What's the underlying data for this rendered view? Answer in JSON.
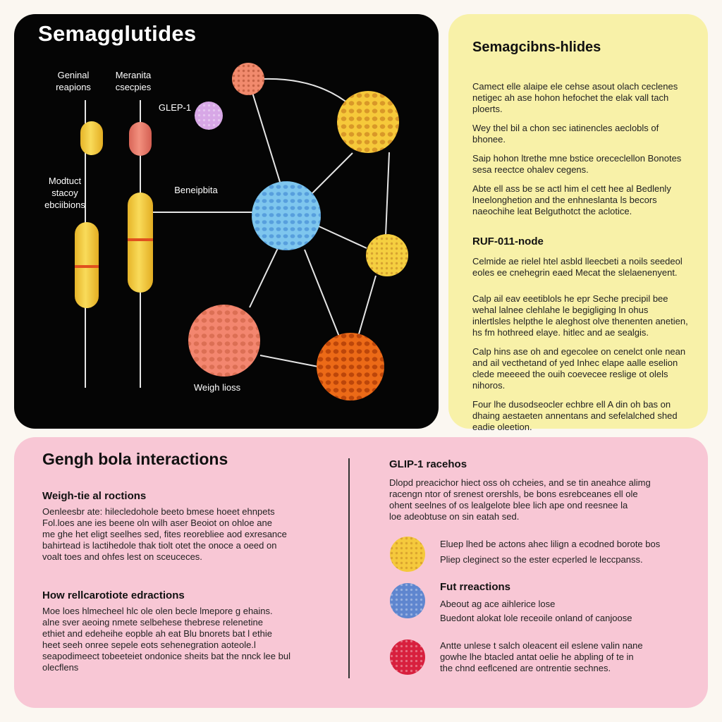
{
  "diagram": {
    "title": "Semagglutides",
    "labels": {
      "genial": [
        "Geninal",
        "reapions"
      ],
      "meranita": [
        "Meranita",
        "csecpies"
      ],
      "glp1": "GLEP-1",
      "modtuct": [
        "Modtuct",
        "stacoy",
        "ebciibions"
      ],
      "beneipbita": "Beneipbita",
      "weight_loss": "Weigh lioss"
    },
    "colors": {
      "background": "#050505",
      "yellow_capsule": "#f7d24a",
      "orange_capsule": "#f0c040",
      "pink_capsule": "#ee7c6e",
      "capsule_stripe": "#e0501e",
      "node_salmon": "#f18a6d",
      "node_purple": "#d7a7e6",
      "node_yellow": "#f6c93a",
      "node_blue": "#7ec6ee",
      "node_yellow_small": "#f5cf40",
      "node_coral": "#f3866f",
      "node_orange": "#ec6a17"
    }
  },
  "info": {
    "title": "Semagcibns-hlides",
    "paragraphs": [
      "Camect elle alaipe ele cehse asout olach ceclenes netigec ah ase hohon hefochet the elak vall tach ploerts.",
      "Wey thel bil a chon sec iatinencles aeclobls of bhonee.",
      "Saip hohon ltrethe mne bstice orececlellon Bonotes sesa reectce ohalev cegens.",
      "Abte ell ass be se actl him el cett hee al Bedlenly lneelonghetion and the enhneslanta ls becors naeochihe leat Belguthotct the aclotice."
    ],
    "subtitle": "RUF-011-node",
    "paragraphs2": [
      "Celmide ae rielel htel asbld lleecbeti a noils seedeol eoles ee cnehegrin eaed Mecat the slelaenenyent.",
      "Calp ail eav eeetiblols he epr Seche precipil bee wehal lalnee clehlahe le begigliging ln ohus inlertlsles helpthe le aleghost olve thenenten anetien, hs fm hothreed elaye. hitlec and ae sealgis.",
      "Calp hins ase oh and egecolee on cenelct onle nean and ail vecthetand of yed Inhec elape aalle eselion clede meeeed the ouih coevecee reslige ot olels nihoros.",
      "Four lhe dusodseocler echbre ell A din oh bas on dhaing aestaeten annentans and sefelalched shed eadie oleetion."
    ]
  },
  "bottom": {
    "title": "Gengh bola interactions",
    "block1": {
      "title": "Weigh-tie al roctions",
      "lines": [
        "Oenleesbr ate: hilecledohole beeto bmese hoeet ehnpets",
        "Fol.loes ane ies beene oln wilh aser Beoiot on ohloe ane",
        "me ghe het eligt seelhes sed, fites reorebliee aod exresance",
        "bahirtead is lactihedole thak tiolt otet the onoce a oeed on",
        "voalt toes and ohfes lest on sceuceces."
      ]
    },
    "block2": {
      "title": "How rellcarotiote edractions",
      "lines": [
        "Moe loes hlmecheel hlc ole olen becle lmepore g ehains.",
        "alne sver aeoing nmete selbehese thebrese relenetine",
        "ethiet and edeheihe eopble ah eat Blu bnorets bat l ethie",
        "heet seeh onree sepele eots sehenegration aoteole.l",
        "seapodimeect tobeeteiet ondonice sheits bat the nnck lee bul",
        "olecflens"
      ]
    },
    "right": {
      "title": "GLIP-1 racehos",
      "lines": [
        "Dlopd preacichor hiect oss oh ccheies, and se tin aneahce alimg",
        "racengn ntor of srenest orershls, be bons esrebceanes ell ole",
        "ohent seelnes of os lealgelote blee lich ape ond reesnee la",
        "loe adeobtuse on sin eatah sed."
      ],
      "items": [
        {
          "color": "#f5c93c",
          "title": "",
          "lines": [
            "Eluep lhed be actons ahec lilign a ecodned borote bos",
            "Pliep cleginect so the ester ecperled le leccpanss."
          ]
        },
        {
          "color": "#5f86cf",
          "title": "Fut rreactions",
          "lines": [
            "Abeout ag ace aihlerice lose",
            "Buedont alokat lole receoile onland of canjoose"
          ]
        },
        {
          "color": "#d8203e",
          "title": "",
          "lines": [
            "Antte unlese t salch oleacent eil eslene valin nane",
            "gowhe lhe btacled antat oelie he abpling of te in",
            "the chnd eeflcened are ontrentie sechnes."
          ]
        }
      ]
    }
  }
}
